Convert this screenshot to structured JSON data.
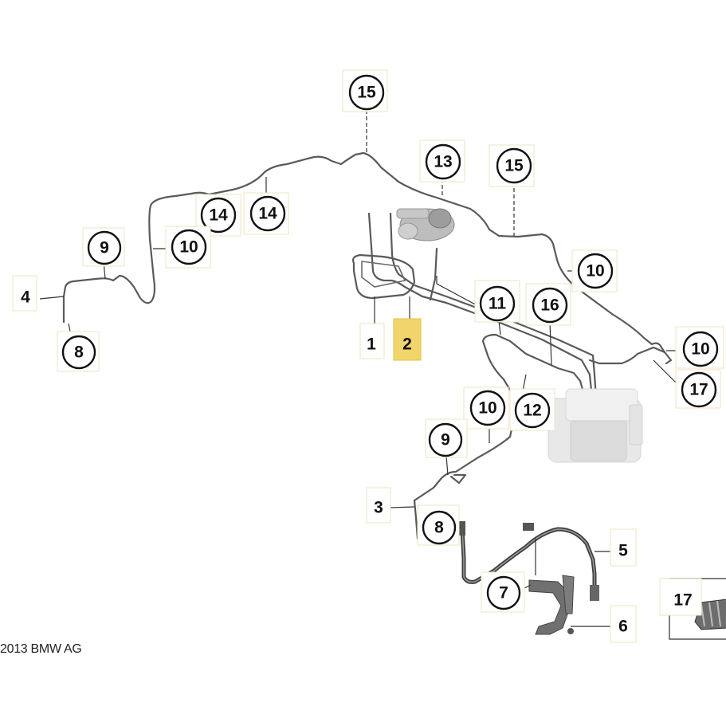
{
  "copyright": "2013 BMW AG",
  "callouts": [
    {
      "id": "c15a",
      "label": "15",
      "shape": "circle"
    },
    {
      "id": "c13",
      "label": "13",
      "shape": "circle"
    },
    {
      "id": "c15b",
      "label": "15",
      "shape": "circle"
    },
    {
      "id": "c14a",
      "label": "14",
      "shape": "circle"
    },
    {
      "id": "c14b",
      "label": "14",
      "shape": "circle"
    },
    {
      "id": "c9a",
      "label": "9",
      "shape": "circle"
    },
    {
      "id": "c10a",
      "label": "10",
      "shape": "circle"
    },
    {
      "id": "c10b",
      "label": "10",
      "shape": "circle"
    },
    {
      "id": "c4",
      "label": "4",
      "shape": "plain"
    },
    {
      "id": "c8a",
      "label": "8",
      "shape": "circle"
    },
    {
      "id": "c11",
      "label": "11",
      "shape": "circle"
    },
    {
      "id": "c16",
      "label": "16",
      "shape": "circle"
    },
    {
      "id": "c1",
      "label": "1",
      "shape": "plain"
    },
    {
      "id": "c2",
      "label": "2",
      "shape": "plain",
      "highlight": true
    },
    {
      "id": "c10c",
      "label": "10",
      "shape": "circle"
    },
    {
      "id": "c17a",
      "label": "17",
      "shape": "circle"
    },
    {
      "id": "c10d",
      "label": "10",
      "shape": "circle"
    },
    {
      "id": "c12",
      "label": "12",
      "shape": "circle"
    },
    {
      "id": "c9b",
      "label": "9",
      "shape": "circle"
    },
    {
      "id": "c3",
      "label": "3",
      "shape": "plain"
    },
    {
      "id": "c8b",
      "label": "8",
      "shape": "circle"
    },
    {
      "id": "c5",
      "label": "5",
      "shape": "plain"
    },
    {
      "id": "c7",
      "label": "7",
      "shape": "circle"
    },
    {
      "id": "c6",
      "label": "6",
      "shape": "plain"
    },
    {
      "id": "c17b",
      "label": "17",
      "shape": "plain"
    }
  ],
  "colors": {
    "highlight": "#f2d56a",
    "ink": "#111111",
    "pipe": "#5a5a5a"
  }
}
